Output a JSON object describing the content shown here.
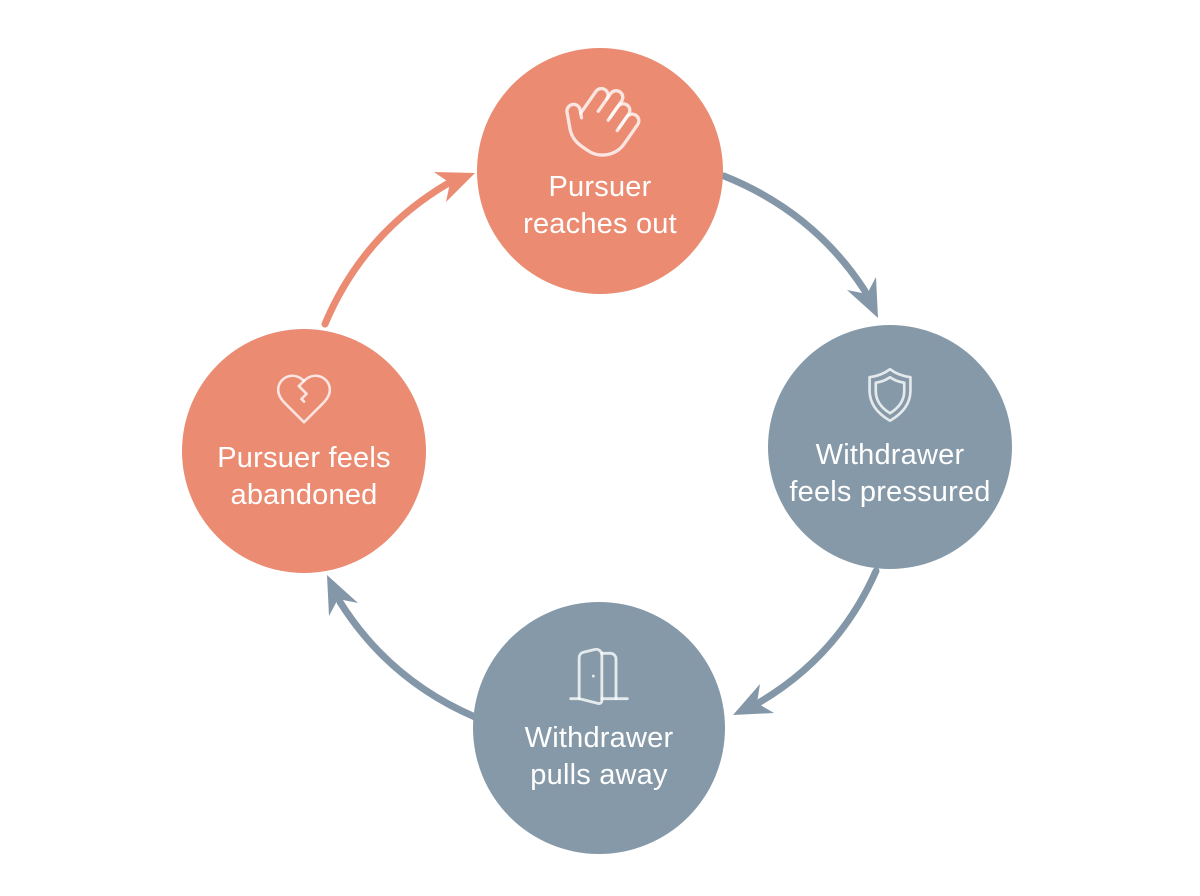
{
  "diagram": {
    "background": "#FFFFFF",
    "label_text_color": "#FFFFFF",
    "icon_stroke": "rgba(255,255,255,0.78)",
    "nodes": [
      {
        "id": "pursuer-reaches-out",
        "line1": "Pursuer",
        "line2": "reaches out",
        "icon": "waving-hand-icon",
        "color": "#EA8B72",
        "position": "top"
      },
      {
        "id": "withdrawer-feels-pressured",
        "line1": "Withdrawer",
        "line2": "feels pressured",
        "icon": "shield-icon",
        "color": "#8699A8",
        "position": "right"
      },
      {
        "id": "withdrawer-pulls-away",
        "line1": "Withdrawer",
        "line2": "pulls away",
        "icon": "open-door-icon",
        "color": "#8699A8",
        "position": "bottom"
      },
      {
        "id": "pursuer-feels-abandoned",
        "line1": "Pursuer feels",
        "line2": "abandoned",
        "icon": "broken-heart-icon",
        "color": "#EA8B72",
        "position": "left"
      }
    ],
    "edges": [
      {
        "from": "pursuer-reaches-out",
        "to": "withdrawer-feels-pressured",
        "color": "#8497A9"
      },
      {
        "from": "withdrawer-feels-pressured",
        "to": "withdrawer-pulls-away",
        "color": "#8497A9"
      },
      {
        "from": "withdrawer-pulls-away",
        "to": "pursuer-feels-abandoned",
        "color": "#8497A9"
      },
      {
        "from": "pursuer-feels-abandoned",
        "to": "pursuer-reaches-out",
        "color": "#EA8B72"
      }
    ]
  }
}
